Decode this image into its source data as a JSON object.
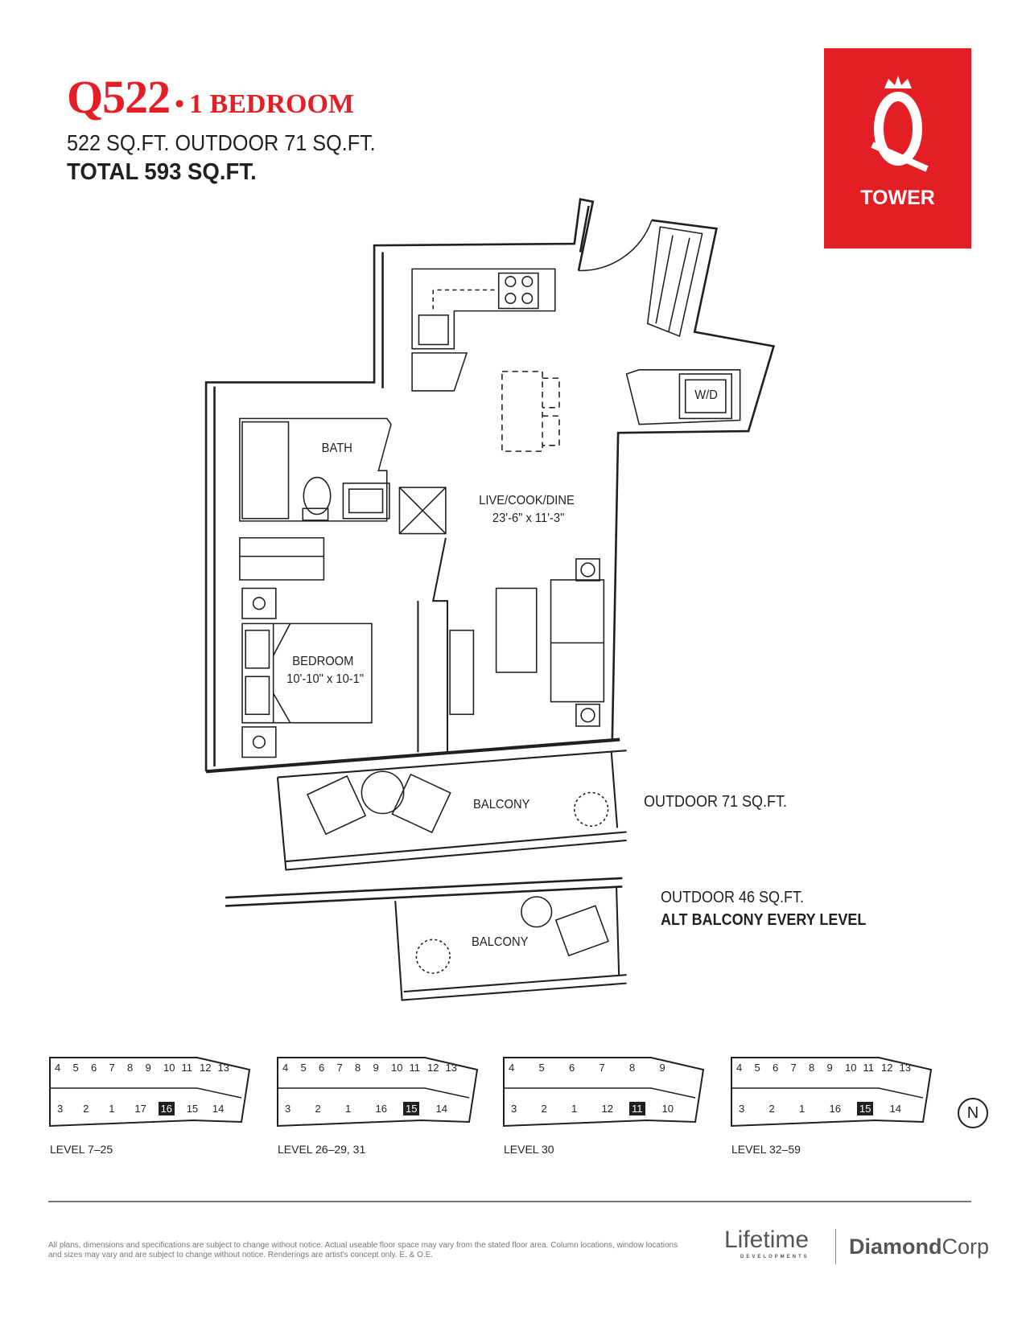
{
  "header": {
    "unit": "Q522",
    "separator": "•",
    "unit_type": "1 BEDROOM",
    "areas": "522 SQ.FT. OUTDOOR 71 SQ.FT.",
    "total": "TOTAL 593 SQ.FT."
  },
  "brand": {
    "logo_letter": "Q",
    "logo_name": "TOWER",
    "color": "#e31e24"
  },
  "plan": {
    "rooms": [
      {
        "name": "BATH",
        "dims": ""
      },
      {
        "name": "LIVE/COOK/DINE",
        "dims": "23'-6\" x 11'-3\""
      },
      {
        "name": "BEDROOM",
        "dims": "10'-10\" x 10-1\""
      },
      {
        "name": "BALCONY",
        "dims": ""
      },
      {
        "name": "BALCONY",
        "dims": ""
      }
    ],
    "laundry": "W/D",
    "outdoor_main": "OUTDOOR 71 SQ.FT.",
    "outdoor_alt": "OUTDOOR 46 SQ.FT.",
    "alt_note": "ALT BALCONY EVERY LEVEL"
  },
  "key_plans": [
    {
      "label": "LEVEL 7–25",
      "top": [
        "4",
        "5",
        "6",
        "7",
        "8",
        "9",
        "10",
        "11",
        "12",
        "13"
      ],
      "bottom": [
        "3",
        "2",
        "1",
        "17",
        "16",
        "15",
        "14"
      ],
      "highlight": "16"
    },
    {
      "label": "LEVEL 26–29, 31",
      "top": [
        "4",
        "5",
        "6",
        "7",
        "8",
        "9",
        "10",
        "11",
        "12",
        "13"
      ],
      "bottom": [
        "3",
        "2",
        "1",
        "16",
        "15",
        "14"
      ],
      "highlight": "15"
    },
    {
      "label": "LEVEL 30",
      "top": [
        "4",
        "5",
        "6",
        "7",
        "8",
        "9"
      ],
      "bottom": [
        "3",
        "2",
        "1",
        "12",
        "11",
        "10"
      ],
      "highlight": "11"
    },
    {
      "label": "LEVEL 32–59",
      "top": [
        "4",
        "5",
        "6",
        "7",
        "8",
        "9",
        "10",
        "11",
        "12",
        "13"
      ],
      "bottom": [
        "3",
        "2",
        "1",
        "16",
        "15",
        "14"
      ],
      "highlight": "15"
    }
  ],
  "compass": "N",
  "footer": {
    "disclaimer": "All plans, dimensions and specifications are subject to change without notice. Actual useable floor space may vary from the stated floor area. Column locations, window locations and sizes may vary and are subject to change without notice. Renderings are artist's concept only. E. & O.E.",
    "developer1": "Lifetime",
    "developer1_sub": "DEVELOPMENTS",
    "developer2_bold": "Diamond",
    "developer2": "Corp"
  }
}
